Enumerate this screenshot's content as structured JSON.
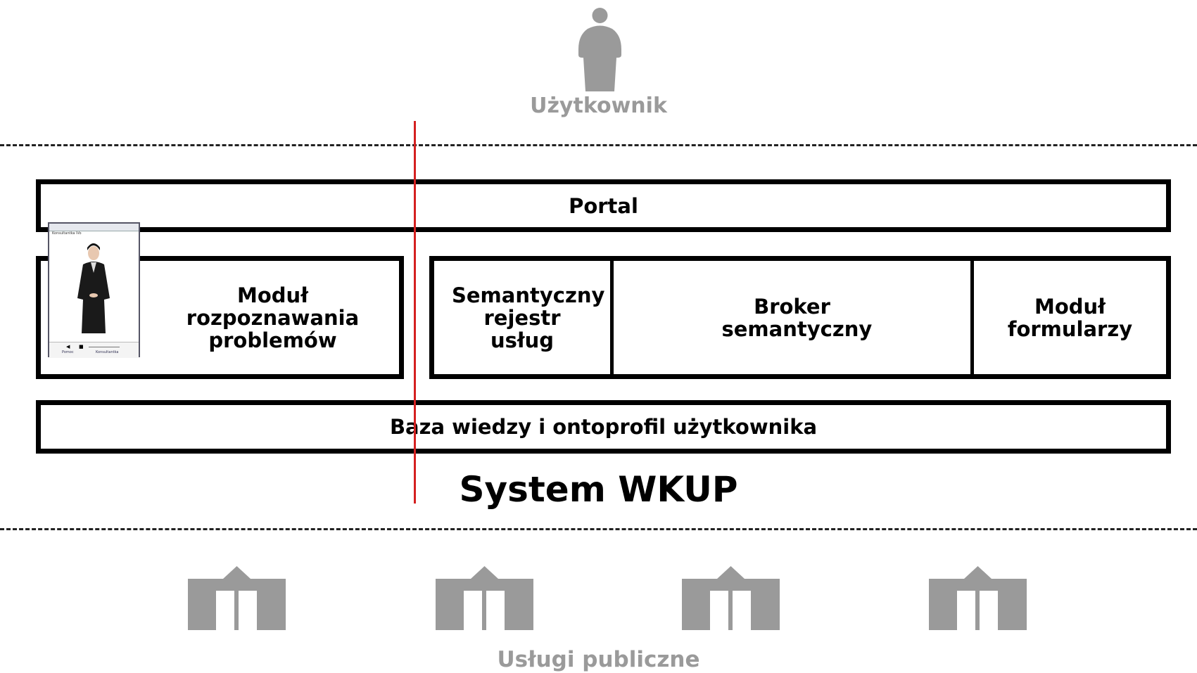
{
  "user": {
    "label": "Użytkownik",
    "icon": "person-icon"
  },
  "portal": {
    "label": "Portal"
  },
  "modules": {
    "problem_recognition": "Moduł rozpoznawania problemów",
    "semantic_registry": "Semantyczny rejestr usług",
    "semantic_broker": "Broker semantyczny",
    "forms_module": "Moduł formularzy"
  },
  "knowledge_base": {
    "label": "Baza wiedzy i ontoprofil użytkownika"
  },
  "system": {
    "title": "System WKUP"
  },
  "services": {
    "label": "Usługi publiczne",
    "icon": "building-icon",
    "count": 4
  },
  "video_window": {
    "title": "Konsultantka iVo",
    "links": [
      "Pomoc",
      "Konsultantka"
    ]
  },
  "colors": {
    "gray_icon": "#9a9a9a",
    "divider_red": "#d42020",
    "border": "#000000"
  }
}
